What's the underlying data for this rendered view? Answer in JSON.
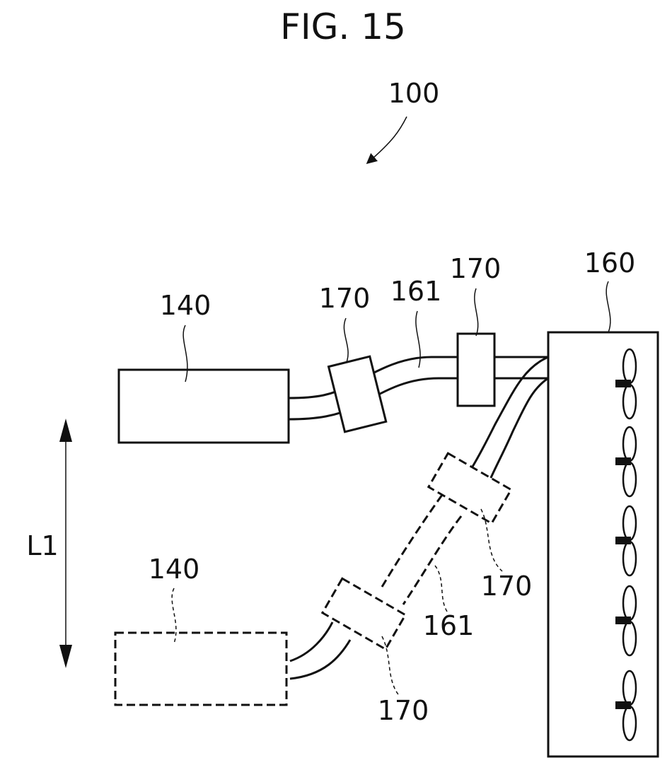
{
  "figure_title": "FIG. 15",
  "labels": {
    "system": "100",
    "unit_top": "140",
    "unit_bottom": "140",
    "fan_unit": "160",
    "cable_top": "161",
    "cable_bottom": "161",
    "connector_a": "170",
    "connector_b": "170",
    "connector_c": "170",
    "connector_d": "170",
    "distance": "L1"
  }
}
